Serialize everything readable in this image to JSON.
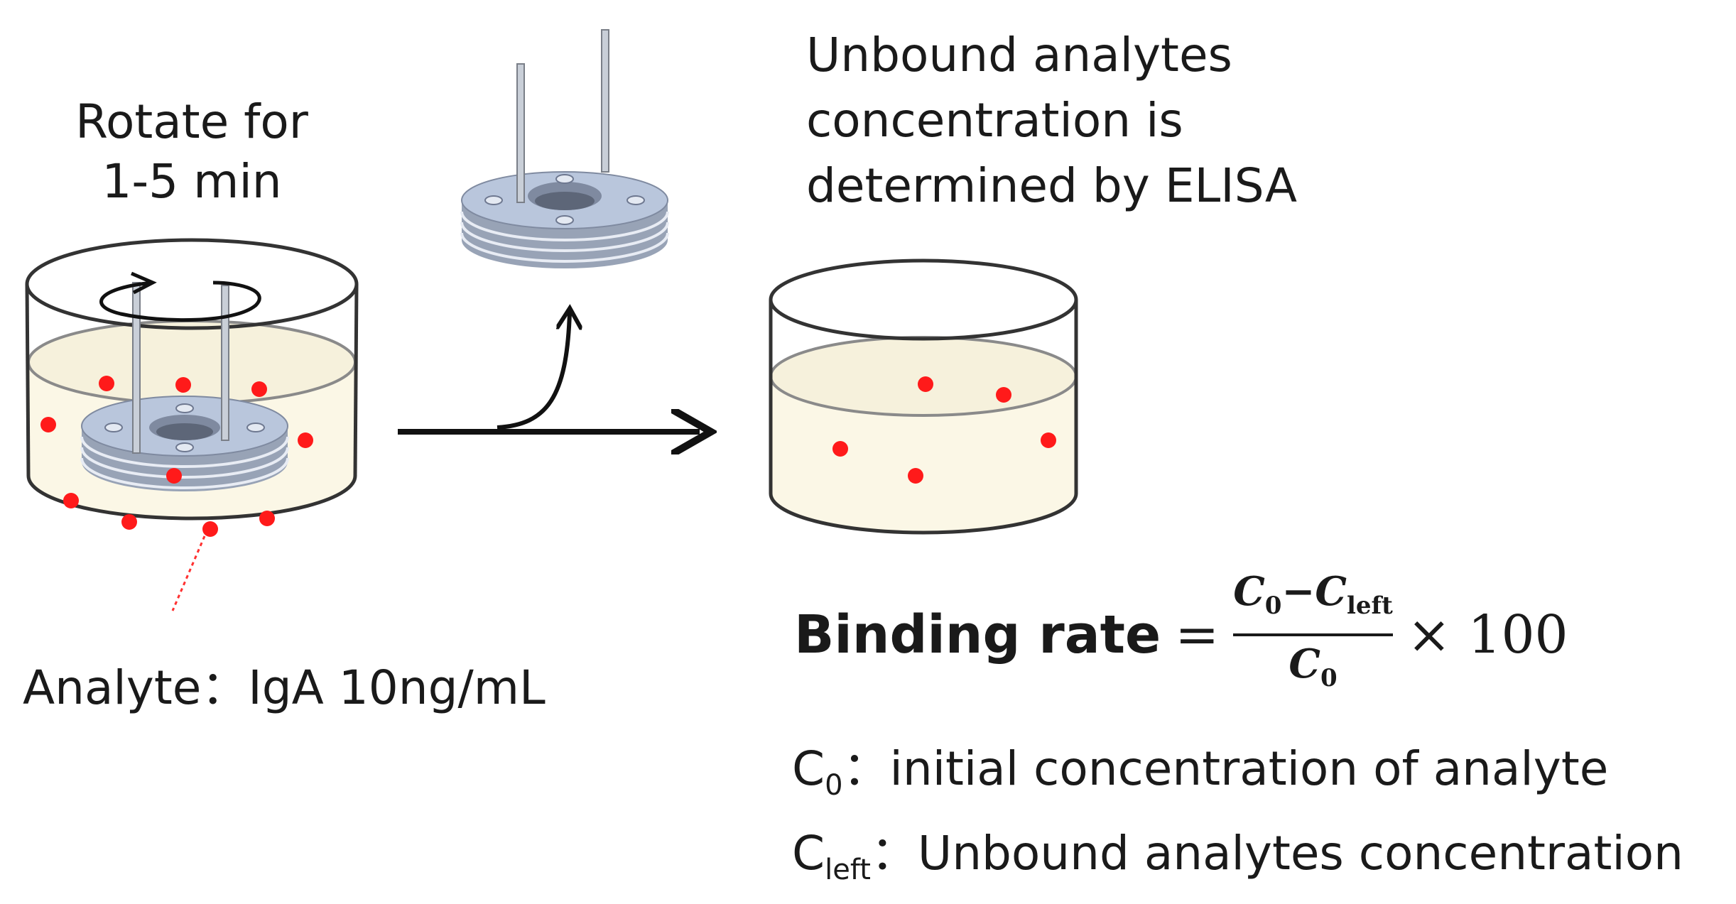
{
  "left_caption": [
    "Rotate for",
    "1-5 min"
  ],
  "right_caption": [
    "Unbound analytes",
    "concentration is",
    "determined by ELISA"
  ],
  "analyte_label": "Analyte：IgA 10ng/mL",
  "formula": {
    "lhs": "Binding rate",
    "equals": "=",
    "numerator_c": "C",
    "numerator_sub0": "0",
    "minus": "−",
    "numerator_c2": "C",
    "numerator_sub_left": "left",
    "denominator_c": "C",
    "denominator_sub0": "0",
    "times": "× 100"
  },
  "definitions": [
    {
      "symbol": "C",
      "sub": "0",
      "text": "：initial concentration of analyte"
    },
    {
      "symbol": "C",
      "sub": "left",
      "text": "：Unbound analytes concentration"
    }
  ],
  "colors": {
    "analyte_dot": "#ff1a1a",
    "solution": "#fbf7e6",
    "electrode_plate": "#b9c6dc",
    "outline": "#333333"
  }
}
